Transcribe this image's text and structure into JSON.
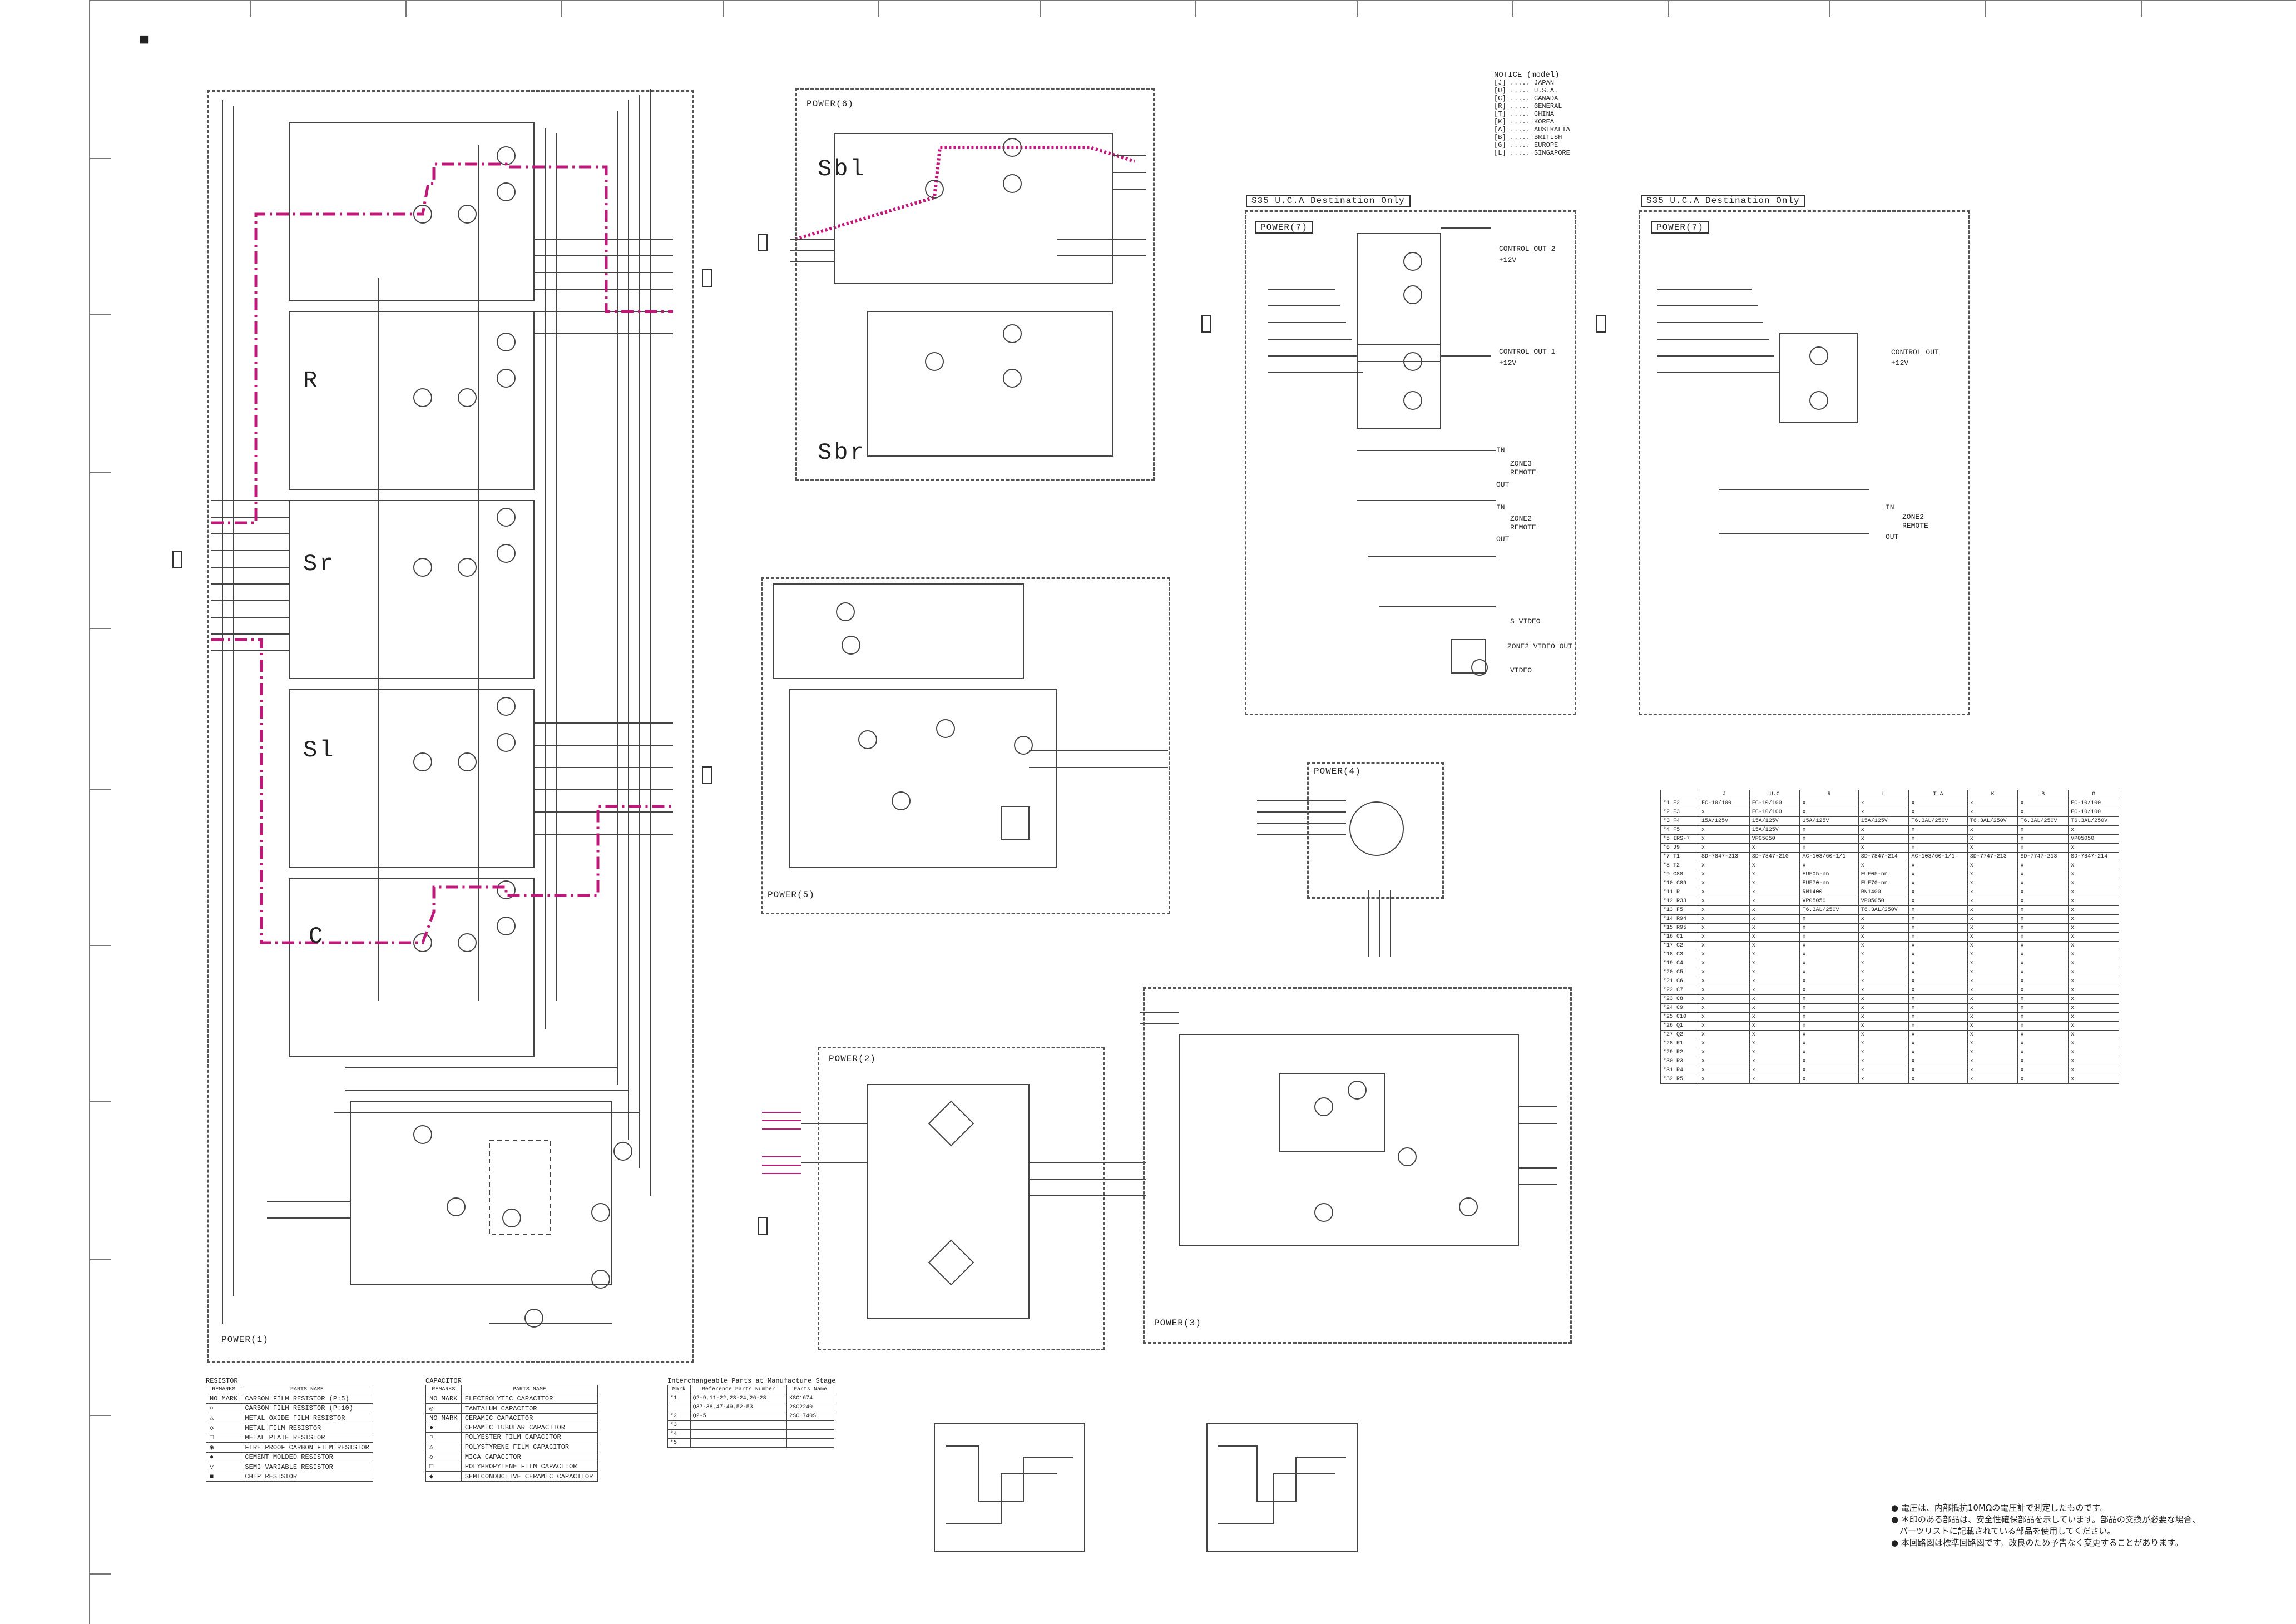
{
  "sheet": {
    "corner_mark": "■"
  },
  "blocks": {
    "power1": {
      "label": "POWER(1)",
      "channels": [
        "R",
        "Sr",
        "Sl",
        "C"
      ]
    },
    "power6": {
      "label": "POWER(6)",
      "channels": [
        "Sbl",
        "Sbr"
      ]
    },
    "power5": {
      "label": "POWER(5)"
    },
    "power4": {
      "label": "POWER(4)"
    },
    "power2": {
      "label": "POWER(2)"
    },
    "power3": {
      "label": "POWER(3)"
    },
    "power7a": {
      "header": "S35 U.C.A Destination Only",
      "label": "POWER(7)",
      "texts": [
        "CONTROL OUT 2",
        "+12V",
        "CONTROL OUT 1",
        "+12V",
        "IN",
        "ZONE3",
        "REMOTE",
        "OUT",
        "IN",
        "ZONE2",
        "REMOTE",
        "OUT",
        "S VIDEO",
        "ZONE2 VIDEO OUT",
        "VIDEO"
      ]
    },
    "power7b": {
      "header": "S35 U.C.A Destination Only",
      "label": "POWER(7)",
      "texts": [
        "CONTROL OUT",
        "+12V",
        "IN",
        "ZONE2",
        "REMOTE",
        "OUT"
      ]
    }
  },
  "notice": {
    "title": "NOTICE (model)",
    "items": [
      "[J] ..... JAPAN",
      "[U] ..... U.S.A.",
      "[C] ..... CANADA",
      "[R] ..... GENERAL",
      "[T] ..... CHINA",
      "[K] ..... KOREA",
      "[A] ..... AUSTRALIA",
      "[B] ..... BRITISH",
      "[G] ..... EUROPE",
      "[L] ..... SINGAPORE"
    ]
  },
  "resistor_legend": {
    "title": "RESISTOR",
    "headers": [
      "REMARKS",
      "PARTS NAME"
    ],
    "rows": [
      [
        "NO MARK",
        "CARBON FILM RESISTOR (P:5)"
      ],
      [
        "○",
        "CARBON FILM RESISTOR (P:10)"
      ],
      [
        "△",
        "METAL OXIDE FILM RESISTOR"
      ],
      [
        "◇",
        "METAL FILM RESISTOR"
      ],
      [
        "□",
        "METAL PLATE RESISTOR"
      ],
      [
        "◉",
        "FIRE PROOF CARBON FILM RESISTOR"
      ],
      [
        "●",
        "CEMENT MOLDED RESISTOR"
      ],
      [
        "▽",
        "SEMI VARIABLE RESISTOR"
      ],
      [
        "■",
        "CHIP RESISTOR"
      ]
    ]
  },
  "capacitor_legend": {
    "title": "CAPACITOR",
    "headers": [
      "REMARKS",
      "PARTS NAME"
    ],
    "rows": [
      [
        "NO MARK",
        "ELECTROLYTIC CAPACITOR"
      ],
      [
        "◎",
        "TANTALUM CAPACITOR"
      ],
      [
        "NO MARK",
        "CERAMIC CAPACITOR"
      ],
      [
        "●",
        "CERAMIC TUBULAR CAPACITOR"
      ],
      [
        "○",
        "POLYESTER FILM CAPACITOR"
      ],
      [
        "△",
        "POLYSTYRENE FILM CAPACITOR"
      ],
      [
        "◇",
        "MICA CAPACITOR"
      ],
      [
        "□",
        "POLYPROPYLENE FILM CAPACITOR"
      ],
      [
        "◆",
        "SEMICONDUCTIVE CERAMIC CAPACITOR"
      ]
    ]
  },
  "interchangeable": {
    "title": "Interchangeable Parts at Manufacture Stage",
    "headers": [
      "Mark",
      "Reference Parts Number",
      "Parts Name"
    ],
    "rows": [
      [
        "*1",
        "Q2-9,11-22,23-24,26-28",
        "KSC1674"
      ],
      [
        "",
        "Q37-38,47-49,52-53",
        "2SC2240"
      ],
      [
        "*2",
        "Q2-5",
        "2SC1740S"
      ],
      [
        "*3",
        "",
        ""
      ],
      [
        "*4",
        "",
        ""
      ],
      [
        "*5",
        "",
        ""
      ]
    ]
  },
  "dest_table": {
    "headers": [
      "",
      "J",
      "U.C",
      "R",
      "L",
      "T.A",
      "K",
      "B",
      "G"
    ],
    "rows": [
      [
        "*1 F2",
        "FC-10/100",
        "FC-10/100",
        "x",
        "x",
        "x",
        "x",
        "x",
        "FC-10/100"
      ],
      [
        "*2 F3",
        "x",
        "FC-10/100",
        "x",
        "x",
        "x",
        "x",
        "x",
        "FC-10/100"
      ],
      [
        "*3 F4",
        "15A/125V",
        "15A/125V",
        "15A/125V",
        "15A/125V",
        "T6.3AL/250V",
        "T6.3AL/250V",
        "T6.3AL/250V",
        "T6.3AL/250V"
      ],
      [
        "*4 F5",
        "x",
        "15A/125V",
        "x",
        "x",
        "x",
        "x",
        "x",
        "x"
      ],
      [
        "*5 IRS-7",
        "x",
        "VP05050",
        "x",
        "x",
        "x",
        "x",
        "x",
        "VP05050"
      ],
      [
        "*6 J9",
        "x",
        "x",
        "x",
        "x",
        "x",
        "x",
        "x",
        "x"
      ],
      [
        "*7 T1",
        "SD-7847-213",
        "SD-7847-210",
        "AC-103/60-1/1",
        "SD-7847-214",
        "AC-103/60-1/1",
        "SD-7747-213",
        "SD-7747-213",
        "SD-7847-214"
      ],
      [
        "*8 T2",
        "x",
        "x",
        "x",
        "x",
        "x",
        "x",
        "x",
        "x"
      ],
      [
        "*9 C88",
        "x",
        "x",
        "EUF05-nn",
        "EUF05-nn",
        "x",
        "x",
        "x",
        "x"
      ],
      [
        "*10 C89",
        "x",
        "x",
        "EUF70-nn",
        "EUF70-nn",
        "x",
        "x",
        "x",
        "x"
      ],
      [
        "*11 R",
        "x",
        "x",
        "RN1400",
        "RN1400",
        "x",
        "x",
        "x",
        "x"
      ],
      [
        "*12 R33",
        "x",
        "x",
        "VP05050",
        "VP05050",
        "x",
        "x",
        "x",
        "x"
      ],
      [
        "*13 F5",
        "x",
        "x",
        "T6.3AL/250V",
        "T6.3AL/250V",
        "x",
        "x",
        "x",
        "x"
      ],
      [
        "*14 R94",
        "x",
        "x",
        "x",
        "x",
        "x",
        "x",
        "x",
        "x"
      ],
      [
        "*15 R95",
        "x",
        "x",
        "x",
        "x",
        "x",
        "x",
        "x",
        "x"
      ],
      [
        "*16 C1",
        "x",
        "x",
        "x",
        "x",
        "x",
        "x",
        "x",
        "x"
      ],
      [
        "*17 C2",
        "x",
        "x",
        "x",
        "x",
        "x",
        "x",
        "x",
        "x"
      ],
      [
        "*18 C3",
        "x",
        "x",
        "x",
        "x",
        "x",
        "x",
        "x",
        "x"
      ],
      [
        "*19 C4",
        "x",
        "x",
        "x",
        "x",
        "x",
        "x",
        "x",
        "x"
      ],
      [
        "*20 C5",
        "x",
        "x",
        "x",
        "x",
        "x",
        "x",
        "x",
        "x"
      ],
      [
        "*21 C6",
        "x",
        "x",
        "x",
        "x",
        "x",
        "x",
        "x",
        "x"
      ],
      [
        "*22 C7",
        "x",
        "x",
        "x",
        "x",
        "x",
        "x",
        "x",
        "x"
      ],
      [
        "*23 C8",
        "x",
        "x",
        "x",
        "x",
        "x",
        "x",
        "x",
        "x"
      ],
      [
        "*24 C9",
        "x",
        "x",
        "x",
        "x",
        "x",
        "x",
        "x",
        "x"
      ],
      [
        "*25 C10",
        "x",
        "x",
        "x",
        "x",
        "x",
        "x",
        "x",
        "x"
      ],
      [
        "*26 Q1",
        "x",
        "x",
        "x",
        "x",
        "x",
        "x",
        "x",
        "x"
      ],
      [
        "*27 Q2",
        "x",
        "x",
        "x",
        "x",
        "x",
        "x",
        "x",
        "x"
      ],
      [
        "*28 R1",
        "x",
        "x",
        "x",
        "x",
        "x",
        "x",
        "x",
        "x"
      ],
      [
        "*29 R2",
        "x",
        "x",
        "x",
        "x",
        "x",
        "x",
        "x",
        "x"
      ],
      [
        "*30 R3",
        "x",
        "x",
        "x",
        "x",
        "x",
        "x",
        "x",
        "x"
      ],
      [
        "*31 R4",
        "x",
        "x",
        "x",
        "x",
        "x",
        "x",
        "x",
        "x"
      ],
      [
        "*32 R5",
        "x",
        "x",
        "x",
        "x",
        "x",
        "x",
        "x",
        "x"
      ]
    ]
  },
  "notes": [
    "● 電圧は、内部抵抗10MΩの電圧計で測定したものです。",
    "● ＊印のある部品は、安全性確保部品を示しています。部品の交換が必要な場合、",
    "　パーツリストに記載されている部品を使用してください。",
    "● 本回路図は標準回路図です。改良のため予告なく変更することがあります。"
  ],
  "colors": {
    "signal_path": "#c0187a",
    "lines": "#444444"
  }
}
